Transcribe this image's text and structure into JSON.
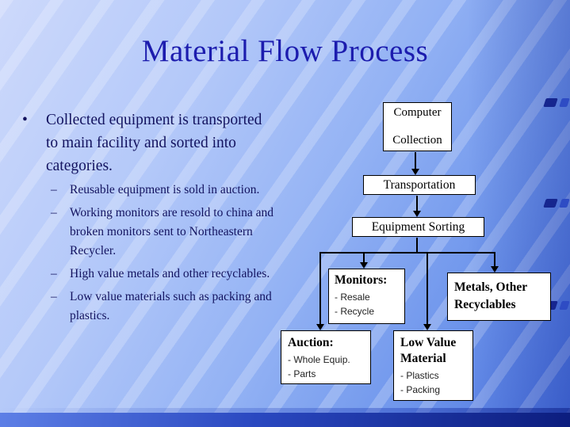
{
  "title": "Material Flow Process",
  "bullets": {
    "bullet_char": "•",
    "dash_char": "–",
    "main": "Collected equipment is transported to main facility and sorted into categories.",
    "sub": [
      "Reusable equipment is sold in auction.",
      "Working monitors are resold to china and broken monitors sent to Northeastern Recycler.",
      "High value metals and other recyclables.",
      "Low value materials such as packing and plastics."
    ]
  },
  "flowchart": {
    "collection_line1": "Computer",
    "collection_line2": "Collection",
    "transportation": "Transportation",
    "sorting": "Equipment Sorting",
    "monitors_title": "Monitors:",
    "monitors_items": [
      "- Resale",
      "- Recycle"
    ],
    "metals_title": "Metals, Other Recyclables",
    "auction_title": "Auction:",
    "auction_items": [
      "- Whole Equip.",
      "- Parts"
    ],
    "low_value_title": "Low Value Material",
    "low_value_items": [
      "- Plastics",
      "- Packing"
    ]
  },
  "colors": {
    "title_text": "#1c1cae",
    "body_text": "#13135f",
    "box_bg": "#ffffff",
    "box_border": "#000000",
    "background_light": "#cdd9fb",
    "background_dark": "#0c1d7e"
  }
}
